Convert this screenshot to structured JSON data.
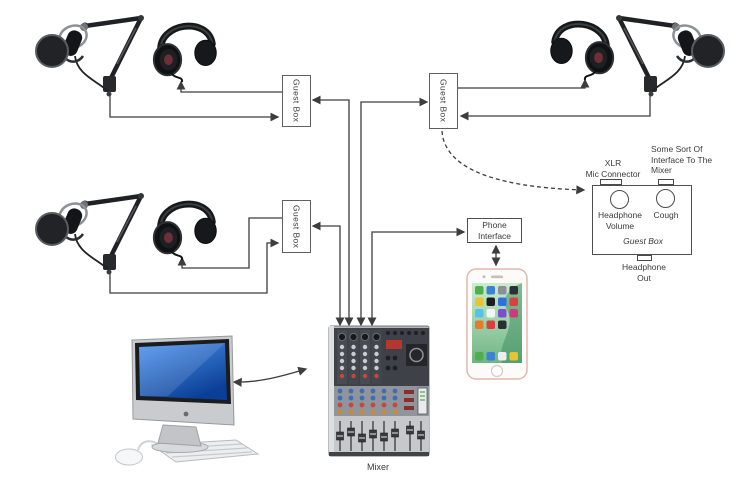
{
  "boxes": {
    "guest1": {
      "label": "Guest Box"
    },
    "guest2": {
      "label": "Guest Box"
    },
    "guest3": {
      "label": "Guest Box"
    },
    "phone_interface": {
      "label": "Phone\nInterface"
    }
  },
  "guest_box_detail": {
    "xlr_label": "XLR\nMic Connector",
    "interface_label": "Some Sort Of\nInterface To The\nMixer",
    "headphone_volume_label": "Headphone\nVolume",
    "cough_label": "Cough",
    "box_label": "Guest Box",
    "headphone_out_label": "Headphone\nOut"
  },
  "mixer": {
    "label": "Mixer"
  },
  "devices": {
    "mic_top_left": "microphone-boom-arm",
    "headphones_top_left": "headphones",
    "headphones_top_right": "headphones",
    "mic_top_right": "microphone-boom-arm",
    "mic_mid_left": "microphone-boom-arm",
    "headphones_mid_left": "headphones",
    "computer": "imac-desktop-computer",
    "mixer": "audio-mixing-console",
    "phone": "iphone-smartphone"
  },
  "colors": {
    "wire": "#3d3d3d",
    "box_border": "#5f5f5f",
    "screen_blue": "#2e7de0",
    "display_red": "#b5372e"
  }
}
